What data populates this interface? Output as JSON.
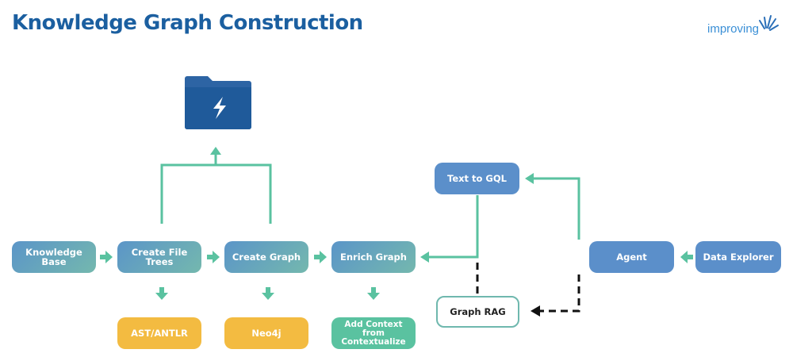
{
  "title": "Knowledge Graph Construction",
  "logo": {
    "text": "improving"
  },
  "nodes": {
    "knowledge_base": "Knowledge Base",
    "create_file_trees": "Create File Trees",
    "create_graph": "Create Graph",
    "enrich_graph": "Enrich Graph",
    "ast_antlr": "AST/ANTLR",
    "neo4j": "Neo4j",
    "add_context": "Add Context from Contextualize",
    "text_to_gql": "Text to GQL",
    "graph_rag": "Graph RAG",
    "agent": "Agent",
    "data_explorer": "Data Explorer"
  },
  "colors": {
    "title": "#1b5fa0",
    "arrow": "#5ac2a0",
    "yellow": "#f3bb41",
    "folder": "#1f5a9a"
  },
  "icons": [
    "folder-lightning-icon"
  ]
}
